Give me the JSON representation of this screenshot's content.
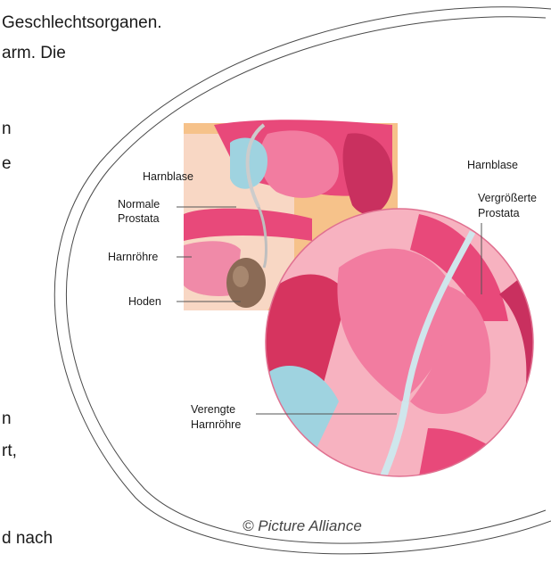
{
  "background_text": {
    "line_1": "Geschlechtsorganen.",
    "line_2": "arm. Die",
    "line_3": "n",
    "line_4": "e",
    "line_5": "n",
    "line_6": "rt,",
    "line_7": "d nach"
  },
  "illustration": {
    "labels": {
      "harnblase_left": "Harnblase",
      "normale_prostata_1": "Normale",
      "normale_prostata_2": "Prostata",
      "harnroehre": "Harnröhre",
      "hoden": "Hoden",
      "harnblase_right": "Harnblase",
      "vergroesserte_1": "Vergrößerte",
      "vergroesserte_2": "Prostata",
      "verengte_1": "Verengte",
      "verengte_2": "Harnröhre"
    },
    "credit": "© Picture Alliance"
  },
  "colors": {
    "tissue_pink": "#e8497a",
    "tissue_light": "#f59bb0",
    "fat_yellow": "#f5b83a",
    "blue_tissue": "#9fd3e0",
    "testis_brown": "#8a6a55"
  }
}
